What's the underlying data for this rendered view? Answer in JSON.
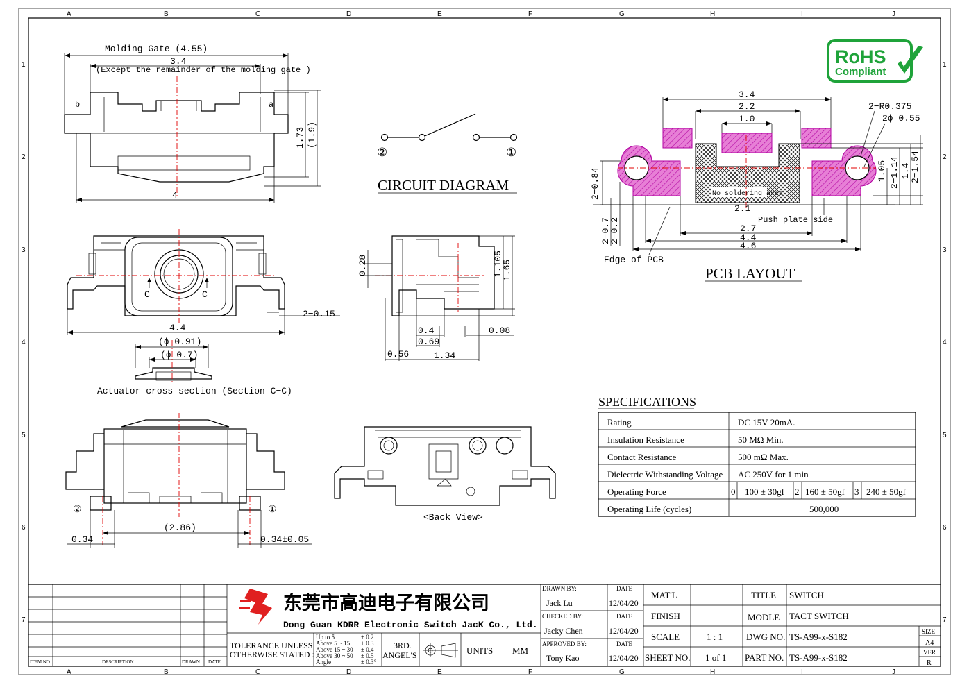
{
  "grid": {
    "cols": [
      "A",
      "B",
      "C",
      "D",
      "E",
      "F",
      "G",
      "H",
      "I",
      "J"
    ],
    "rows": [
      "1",
      "2",
      "3",
      "4",
      "5",
      "6",
      "7"
    ]
  },
  "colors": {
    "centerline": "#e00000",
    "pad": "#e040c8",
    "rohs": "#1fa33a",
    "logo": "#e02020"
  },
  "top_view": {
    "molding_gate": "Molding Gate (4.55)",
    "dim_34": "3.4",
    "except_note": "(Except the remainder of the molding gate )",
    "label_b": "b",
    "label_a": "a",
    "dim_173": "1.73",
    "dim_19": "(1.9)",
    "dim_4": "4"
  },
  "circuit": {
    "title": "CIRCUIT DIAGRAM",
    "terminal_2": "②",
    "terminal_1": "①"
  },
  "front_view": {
    "label_c_left": "C",
    "label_c_right": "C",
    "dim_44": "4.4",
    "dim_015": "2−0.15"
  },
  "actuator": {
    "dim_091": "(ϕ 0.91)",
    "dim_07": "(ϕ 0.7)",
    "caption": "Actuator cross section (Section C−C)"
  },
  "side_view": {
    "dim_028": "0.28",
    "dim_1105": "1.105",
    "dim_165": "1.65",
    "dim_04": "0.4",
    "dim_069": "0.69",
    "dim_008": "0.08",
    "dim_056": "0.56",
    "dim_134": "1.34"
  },
  "bottom_view": {
    "terminal_2": "②",
    "terminal_1": "①",
    "dim_286": "(2.86)",
    "dim_034": "0.34",
    "dim_034t": "0.34±0.05"
  },
  "back_view": {
    "caption": "<Back View>"
  },
  "pcb_layout": {
    "title": "PCB LAYOUT",
    "dim_34": "3.4",
    "dim_22": "2.2",
    "dim_10": "1.0",
    "dim_r": "2−R0.375",
    "dim_phi": "2ϕ 0.55",
    "dim_084": "2−0.84",
    "dim_105": "1.05",
    "dim_114": "2−1.14",
    "dim_14": "1.4",
    "dim_154": "2−1.54",
    "no_solder": "No soldering area",
    "dim_21": "2.1",
    "push_plate": "Push plate side",
    "dim_07": "2−0.7",
    "dim_02": "2−0.2",
    "dim_27": "2.7",
    "dim_44": "4.4",
    "dim_46": "4.6",
    "edge_pcb": "Edge of PCB"
  },
  "rohs": {
    "line1": "RoHS",
    "line2": "Compliant"
  },
  "specifications": {
    "title": "SPECIFICATIONS",
    "rows": [
      {
        "label": "Rating",
        "value": "DC 15V 20mA."
      },
      {
        "label": "Insulation Resistance",
        "value": "50 MΩ Min."
      },
      {
        "label": "Contact Resistance",
        "value": "500 mΩ Max."
      },
      {
        "label": "Dielectric Withstanding Voltage",
        "value": "AC 250V for 1 min"
      },
      {
        "label": "Operating Force",
        "options": [
          "0",
          "100 ± 30gf",
          "2",
          "160 ± 50gf",
          "3",
          "240 ± 50gf"
        ]
      },
      {
        "label": "Operating Life (cycles)",
        "value": "500,000"
      }
    ]
  },
  "title_block": {
    "company_cn": "东莞市高迪电子有限公司",
    "company_en": "Dong Guan KDRR  Electronic Switch JacK Co., Ltd.",
    "tolerance_label1": "TOLERANCE UNLESS",
    "tolerance_label2": "OTHERWISE STATED :",
    "tol_rows": [
      "Up to 5",
      "Above 5  ~ 15",
      "Above 15 ~ 30",
      "Above 30 ~ 50",
      "Angle"
    ],
    "tol_vals": [
      "± 0.2",
      "± 0.3",
      "± 0.4",
      "± 0.5",
      "± 0.3°"
    ],
    "angle1": "3RD.",
    "angle2": "ANGEL'S",
    "units_label": "UNITS",
    "units_value": "MM",
    "drawn_by_label": "DRAWN BY:",
    "drawn_by": "Jack  Lu",
    "checked_by_label": "CHECKED BY:",
    "checked_by": "Jacky Chen",
    "approved_by_label": "APPROVED BY:",
    "approved_by": "Tony Kao",
    "date_label": "DATE",
    "date": "12/04/20",
    "matl": "MAT'L",
    "finish": "FINISH",
    "scale_label": "SCALE",
    "scale": "1 : 1",
    "sheet_label": "SHEET NO.",
    "sheet": "1 of 1",
    "title_label": "TITLE",
    "title": "SWITCH",
    "model_label": "MODLE",
    "model": "TACT SWITCH",
    "dwg_label": "DWG NO.",
    "dwg": "TS-A99-x-S182",
    "part_label": "PART NO.",
    "part": "TS-A99-x-S182",
    "size_label": "SIZE",
    "size": "A4",
    "ver_label": "VER",
    "ver": "R",
    "item_no": "ITEM NO",
    "description": "DESCRIPTION",
    "drawn": "DRAWN",
    "date_col": "DATE"
  }
}
